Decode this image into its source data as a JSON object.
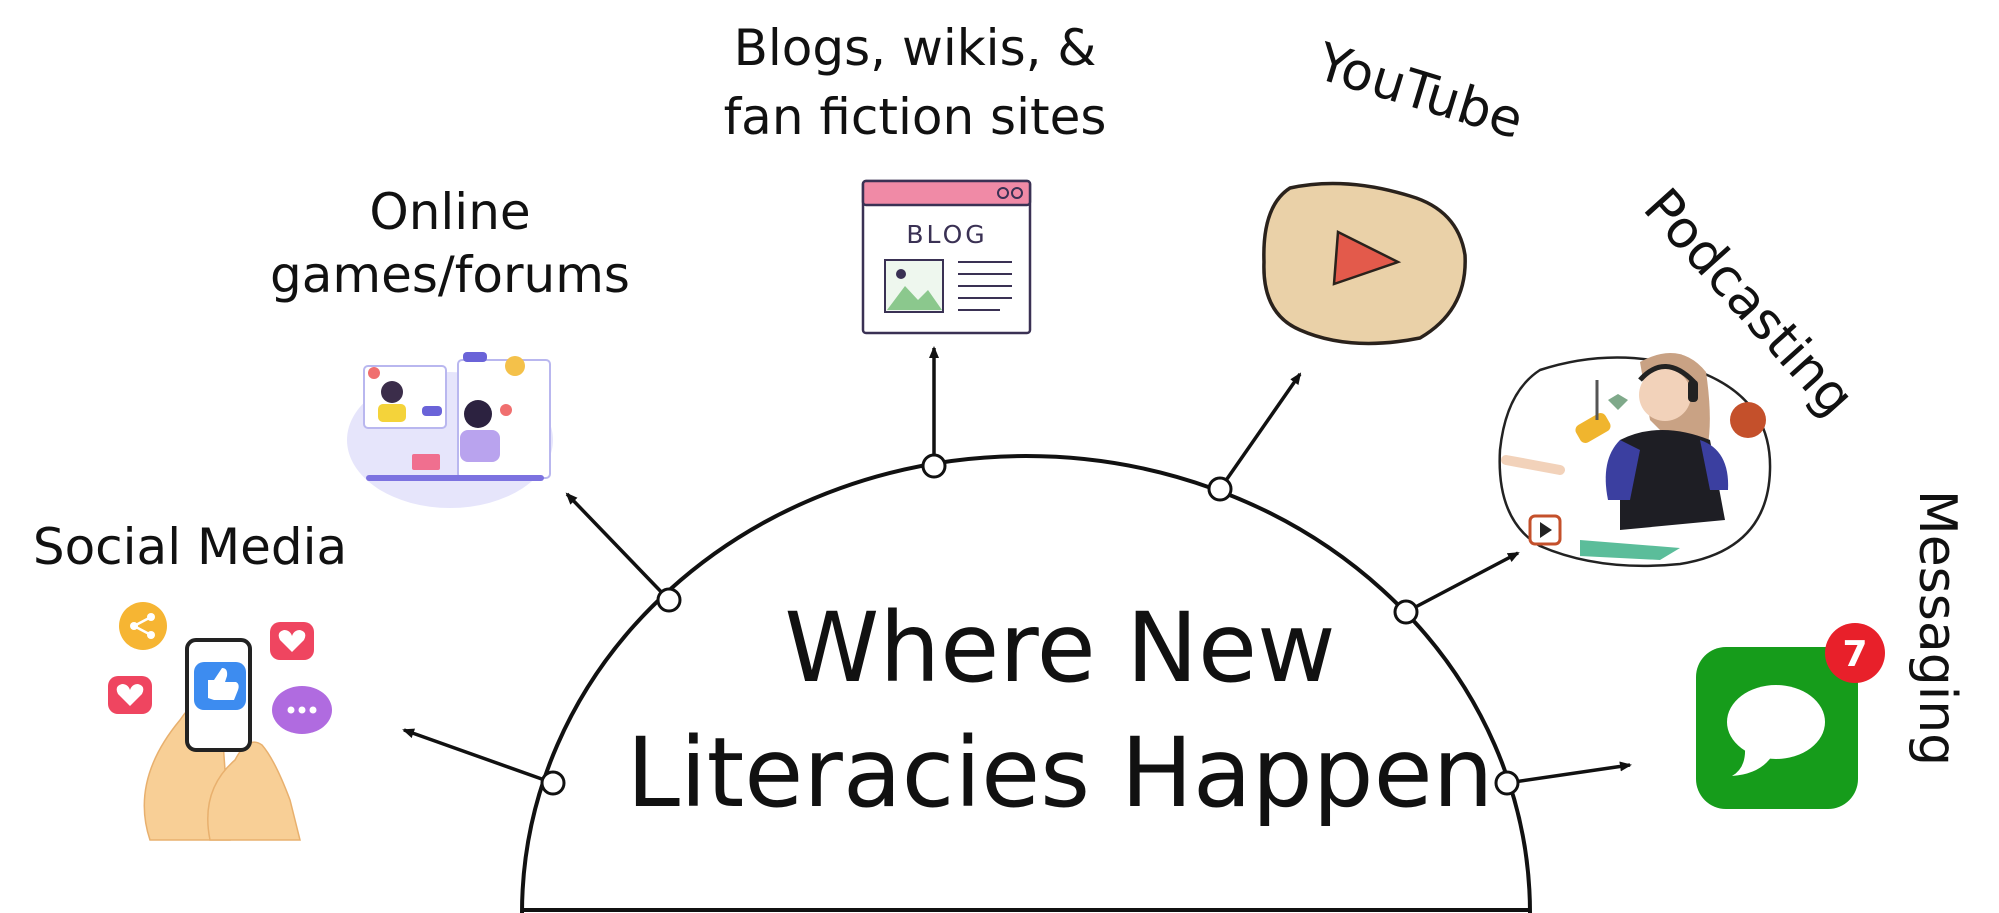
{
  "title": {
    "line1": "Where New",
    "line2": "Literacies Happen"
  },
  "spokes": {
    "social_media": "Social Media",
    "online_games": {
      "line1": "Online",
      "line2": "games/forums"
    },
    "blogs": {
      "line1": "Blogs, wikis, &",
      "line2": "fan fiction sites",
      "badge": "BLOG"
    },
    "youtube": "YouTube",
    "podcasting": "Podcasting",
    "messaging": {
      "label": "Messaging",
      "badge": "7"
    }
  },
  "colors": {
    "messaging_green": "#169c1b",
    "badge_red": "#e8202a",
    "youtube_tan": "#ead1a8",
    "play_red": "#e35a4b",
    "blog_pink": "#f08aa6",
    "like_blue": "#3d8cf0",
    "heart_red": "#ef4560",
    "share_yellow": "#f6b533",
    "chat_purple": "#b06be0"
  },
  "icons": [
    "share-icon",
    "thumbs-up-icon",
    "heart-icon",
    "chat-icon",
    "blog-page-icon",
    "play-button-icon",
    "microphone-icon",
    "speech-bubble-icon"
  ]
}
